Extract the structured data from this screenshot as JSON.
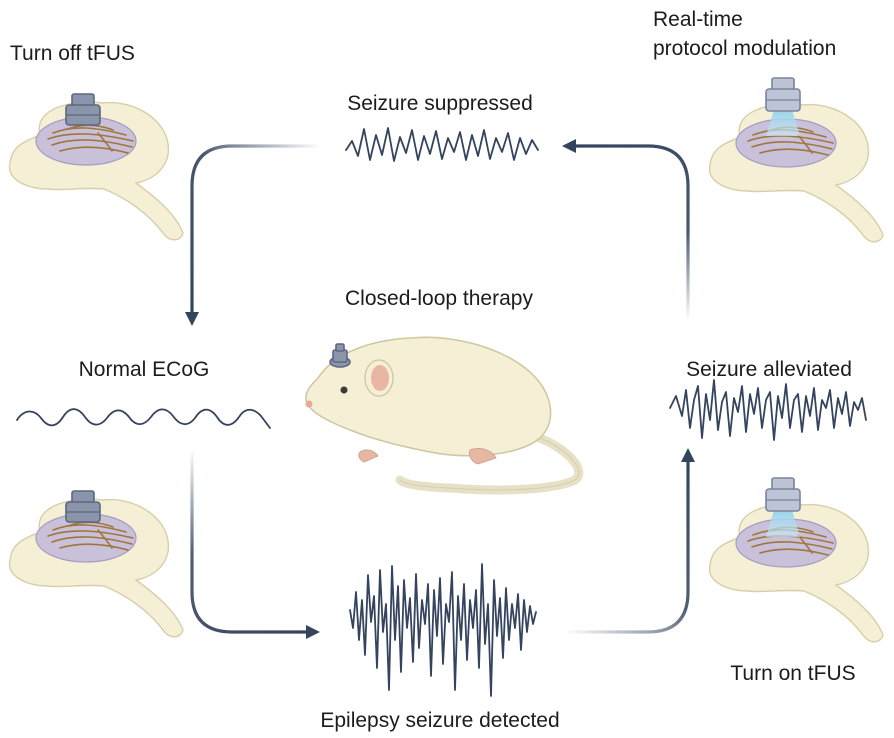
{
  "labels": {
    "turn_off": "Turn off tFUS",
    "realtime_line1": "Real-time",
    "realtime_line2": "protocol modulation",
    "seizure_suppressed": "Seizure suppressed",
    "closed_loop": "Closed-loop therapy",
    "normal_ecog": "Normal ECoG",
    "seizure_alleviated": "Seizure alleviated",
    "epilepsy_detected": "Epilepsy seizure detected",
    "turn_on": "Turn on tFUS"
  },
  "colors": {
    "arrow": "#34445e",
    "wave": "#34445e",
    "ultrasound_beam": "#a9dcf0",
    "skull": "#f4efd5",
    "brain": "#c9c1d9"
  },
  "icons": [
    "brain-skull-icon",
    "tfus-transducer-icon",
    "ultrasound-beam-icon",
    "mouse-icon",
    "ecog-wave-icon"
  ]
}
